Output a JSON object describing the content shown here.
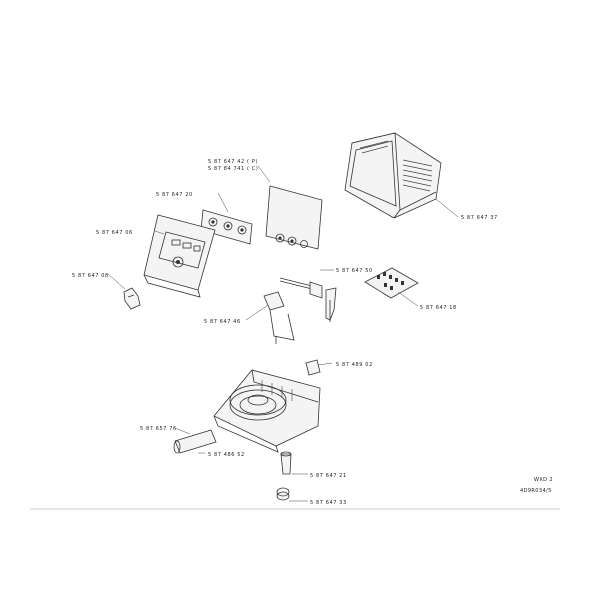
{
  "parts": [
    {
      "id": "p1",
      "number": "5 87 647 42 ( P)"
    },
    {
      "id": "p2",
      "number": "5 87 84 741 ( C)"
    },
    {
      "id": "p3",
      "number": "5 87 647 20"
    },
    {
      "id": "p4",
      "number": "5 87 647 06"
    },
    {
      "id": "p5",
      "number": "5 87 647 37"
    },
    {
      "id": "p6",
      "number": "5 87 647 08"
    },
    {
      "id": "p7",
      "number": "5 87 647 50"
    },
    {
      "id": "p8",
      "number": "5 87 647 18"
    },
    {
      "id": "p9",
      "number": "5 87 647 46"
    },
    {
      "id": "p10",
      "number": "5 87 489 02"
    },
    {
      "id": "p11",
      "number": "5 87 657 76"
    },
    {
      "id": "p12",
      "number": "5 87 486 52"
    },
    {
      "id": "p13",
      "number": "5 87 647 21"
    },
    {
      "id": "p14",
      "number": "5 87 647 33"
    }
  ],
  "model": "WXD 2",
  "drawing_code": "4D9R034/5"
}
